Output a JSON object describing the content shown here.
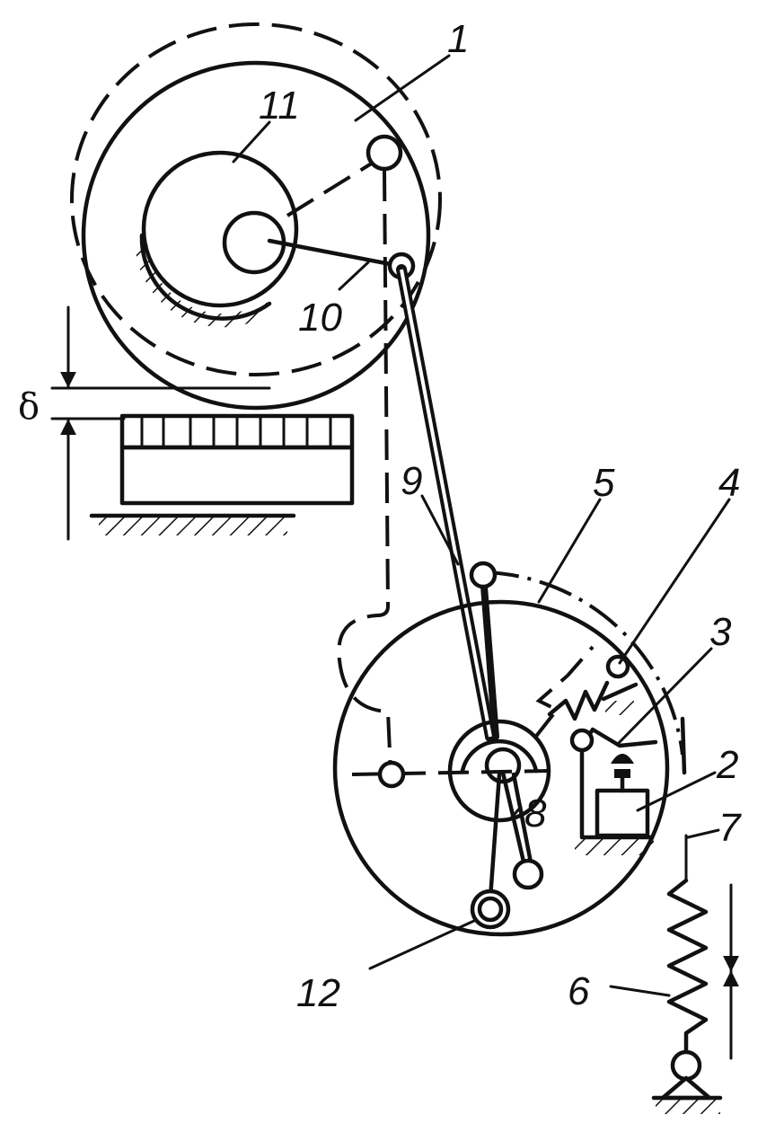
{
  "labels": {
    "l1": "1",
    "l2": "2",
    "l3": "3",
    "l4": "4",
    "l5": "5",
    "l6": "6",
    "l7": "7",
    "l8": "8",
    "l9": "9",
    "l10": "10",
    "l11": "11",
    "l12": "12",
    "delta": "δ"
  }
}
